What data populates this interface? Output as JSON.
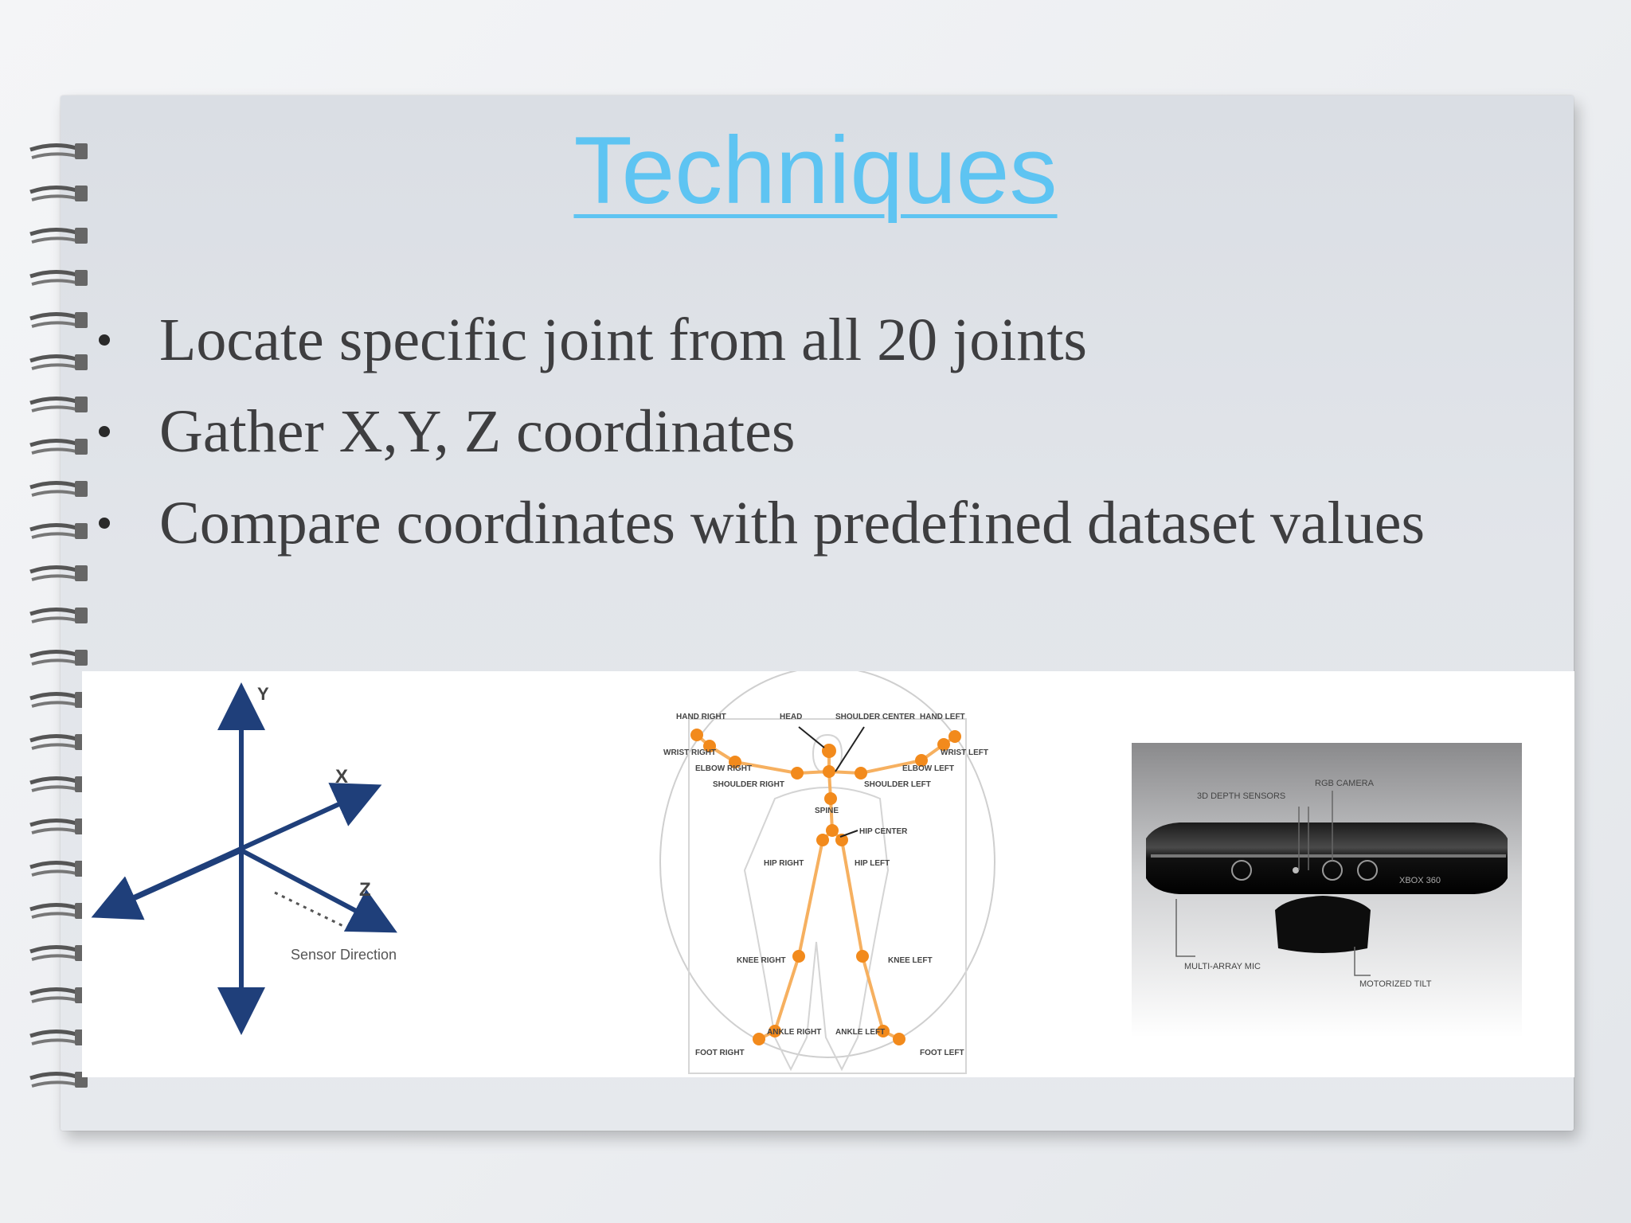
{
  "title": "Techniques",
  "bullets": [
    "Locate specific joint from all 20 joints",
    "Gather X,Y, Z coordinates",
    "Compare coordinates with predefined dataset values"
  ],
  "axes_figure": {
    "y_label": "Y",
    "x_label": "X",
    "z_label": "Z",
    "caption": "Sensor Direction"
  },
  "skeleton_figure": {
    "labels": {
      "hand_right": "HAND RIGHT",
      "head": "HEAD",
      "shoulder_center": "SHOULDER CENTER",
      "hand_left": "HAND LEFT",
      "wrist_right": "WRIST RIGHT",
      "wrist_left": "WRIST LEFT",
      "elbow_right": "ELBOW RIGHT",
      "elbow_left": "ELBOW LEFT",
      "shoulder_right": "SHOULDER RIGHT",
      "shoulder_left": "SHOULDER LEFT",
      "spine": "SPINE",
      "hip_center": "HIP CENTER",
      "hip_right": "HIP RIGHT",
      "hip_left": "HIP LEFT",
      "knee_right": "KNEE RIGHT",
      "knee_left": "KNEE LEFT",
      "ankle_right": "ANKLE RIGHT",
      "ankle_left": "ANKLE LEFT",
      "foot_right": "FOOT RIGHT",
      "foot_left": "FOOT LEFT"
    }
  },
  "kinect_figure": {
    "depth_sensors": "3D DEPTH SENSORS",
    "rgb_camera": "RGB CAMERA",
    "brand": "XBOX 360",
    "mic": "MULTI-ARRAY MIC",
    "tilt": "MOTORIZED TILT"
  },
  "colors": {
    "title": "#5ec4f2",
    "text": "#3e3e40",
    "axis": "#1f3f7a",
    "joint": "#f28a1c"
  }
}
